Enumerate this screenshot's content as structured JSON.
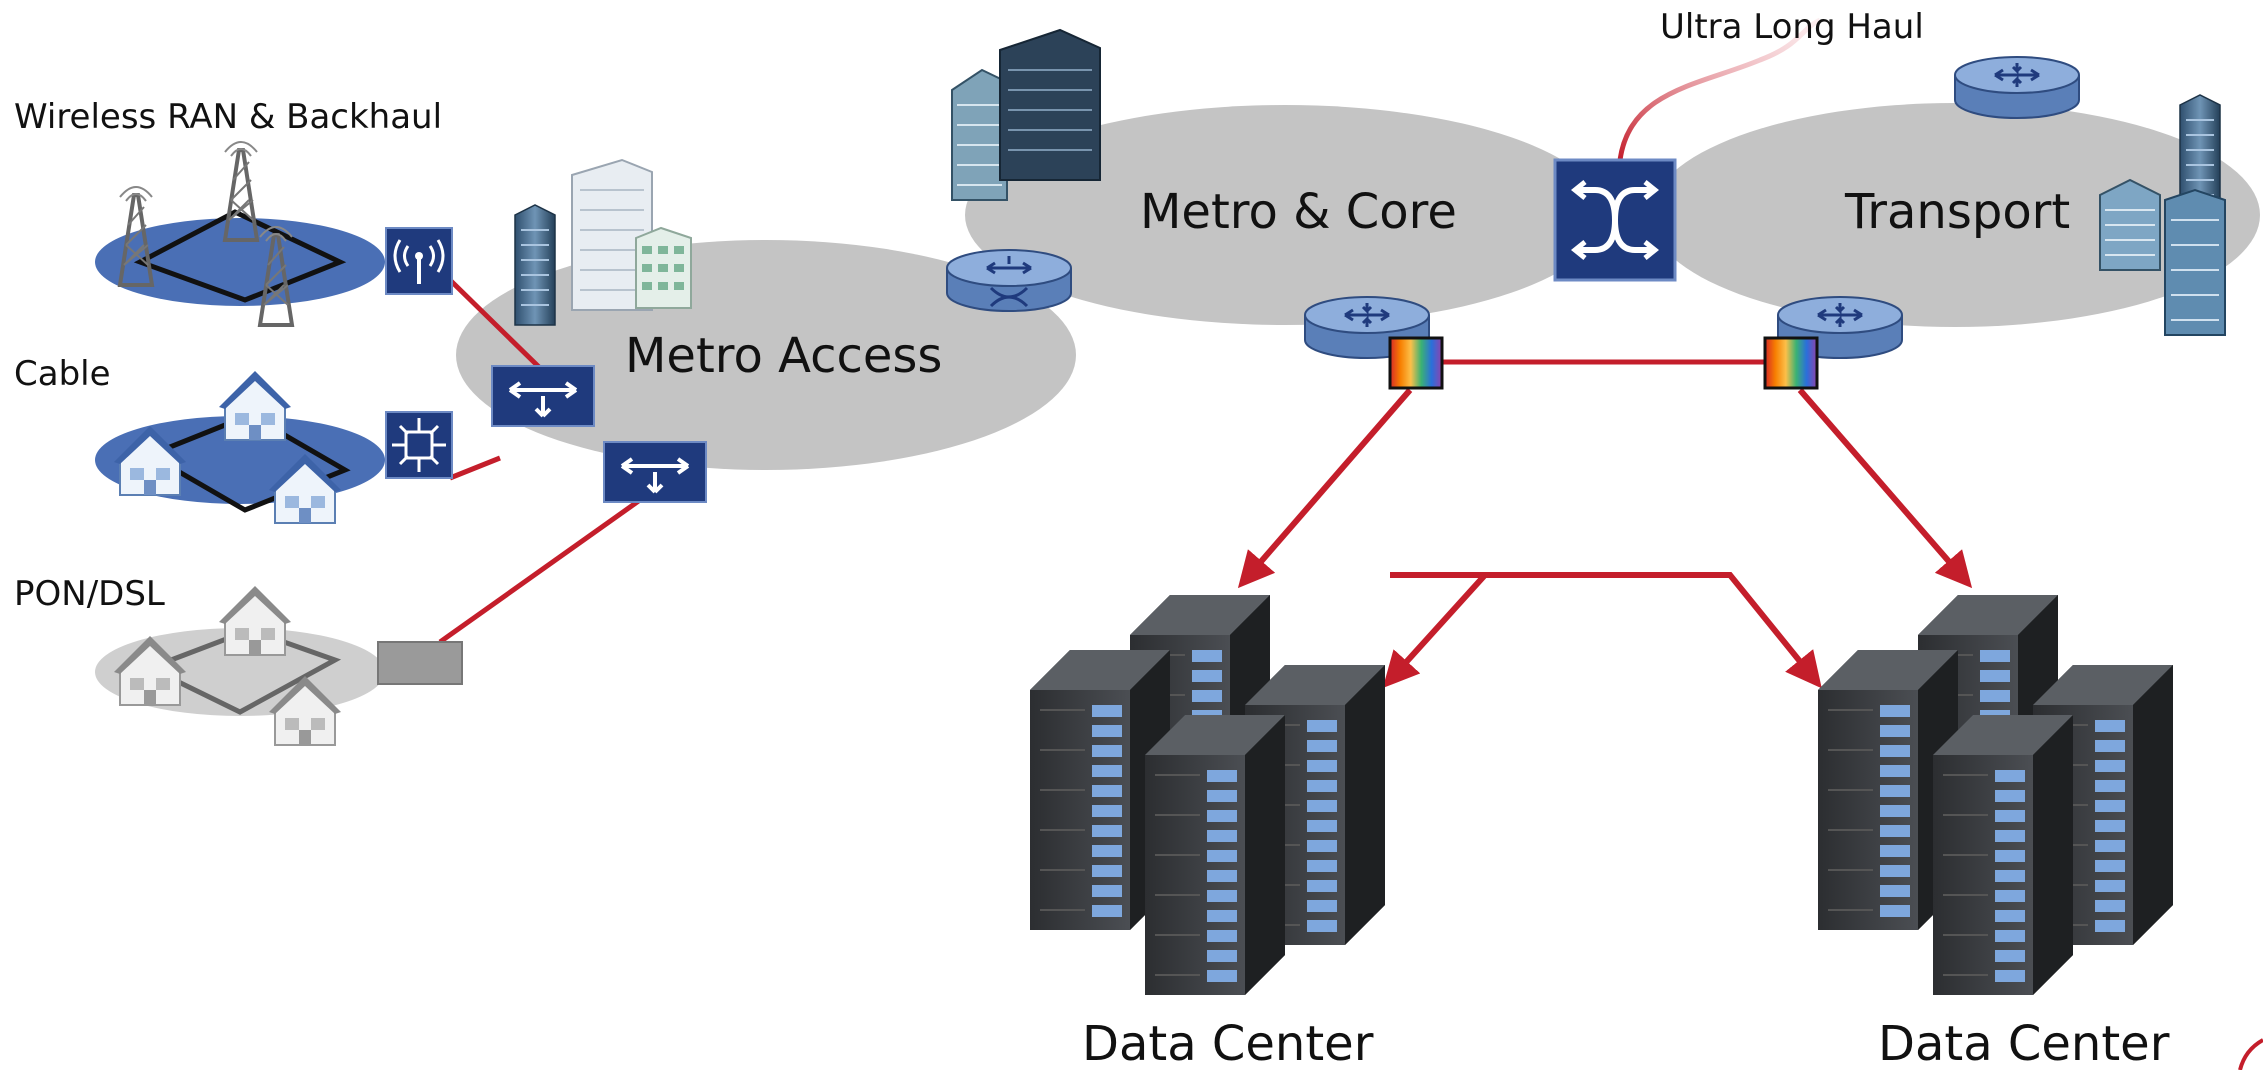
{
  "labels": {
    "wireless": "Wireless RAN & Backhaul",
    "cable": "Cable",
    "pon": "PON/DSL",
    "metro_access": "Metro Access",
    "metro_core": "Metro & Core",
    "transport": "Transport",
    "ultra_long_haul": "Ultra Long Haul",
    "data_center_left": "Data Center",
    "data_center_right": "Data Center"
  },
  "colors": {
    "link_red": "#c41e2b",
    "region_gray": "#c4c4c4",
    "access_blue": "#4a6fb5",
    "switch_navy": "#1f3a7d",
    "router_blue": "#6c8fc4",
    "rack_dark": "#3f4246",
    "rack_slot": "#7ea7dd"
  },
  "icons": [
    "cell-tower-icon",
    "wireless-antenna-icon",
    "house-icon",
    "cable-node-icon",
    "pon-olt-icon",
    "ethernet-switch-icon",
    "router-icon",
    "optical-router-icon",
    "optical-cross-connect-icon",
    "wdm-transceiver-icon",
    "office-building-icon",
    "server-rack-icon"
  ]
}
